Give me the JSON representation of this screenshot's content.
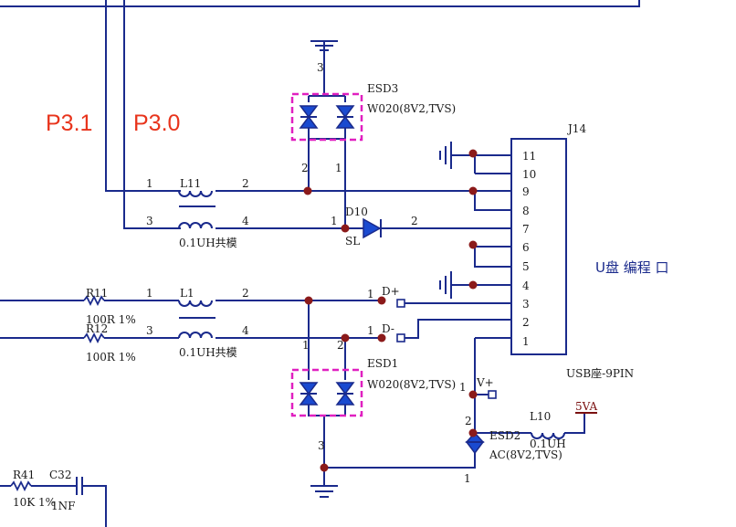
{
  "annotations": {
    "p31": "P3.1",
    "p30": "P3.0"
  },
  "connector": {
    "ref": "J14",
    "footprint": "USB座-9PIN",
    "label": "U盘 编程 口",
    "pins": [
      "11",
      "10",
      "9",
      "8",
      "7",
      "6",
      "5",
      "4",
      "3",
      "2",
      "1"
    ]
  },
  "esd3": {
    "ref": "ESD3",
    "value": "W020(8V2,TVS)",
    "pin_top": "3",
    "pin_left": "2",
    "pin_right": "1"
  },
  "esd1": {
    "ref": "ESD1",
    "value": "W020(8V2,TVS)",
    "pin_bottom": "3",
    "pin_left": "1",
    "pin_right": "2"
  },
  "esd2": {
    "ref": "ESD2",
    "value": "AC(8V2,TVS)",
    "pin_top": "2",
    "pin_bottom": "1"
  },
  "l11": {
    "ref": "L11",
    "value": "0.1UH共模",
    "p1": "1",
    "p2": "2",
    "p3": "3",
    "p4": "4"
  },
  "l1": {
    "ref": "L1",
    "value": "0.1UH共模",
    "p1": "1",
    "p2": "2",
    "p3": "3",
    "p4": "4"
  },
  "l10": {
    "ref": "L10",
    "value": "0.1UH"
  },
  "d10": {
    "ref": "D10",
    "pin1": "1",
    "pin2": "2",
    "net": "SL"
  },
  "r11": {
    "ref": "R11",
    "value": "100R 1%"
  },
  "r12": {
    "ref": "R12",
    "value": "100R 1%"
  },
  "r41": {
    "ref": "R41",
    "value": "10K 1%"
  },
  "c32": {
    "ref": "C32",
    "value": "1NF"
  },
  "testpoints": {
    "dplus": {
      "pin": "1",
      "net": "D+"
    },
    "dminus": {
      "pin": "1",
      "net": "D-"
    },
    "vplus": {
      "pin": "1",
      "net": "V+"
    }
  },
  "power": {
    "net": "5VA"
  }
}
